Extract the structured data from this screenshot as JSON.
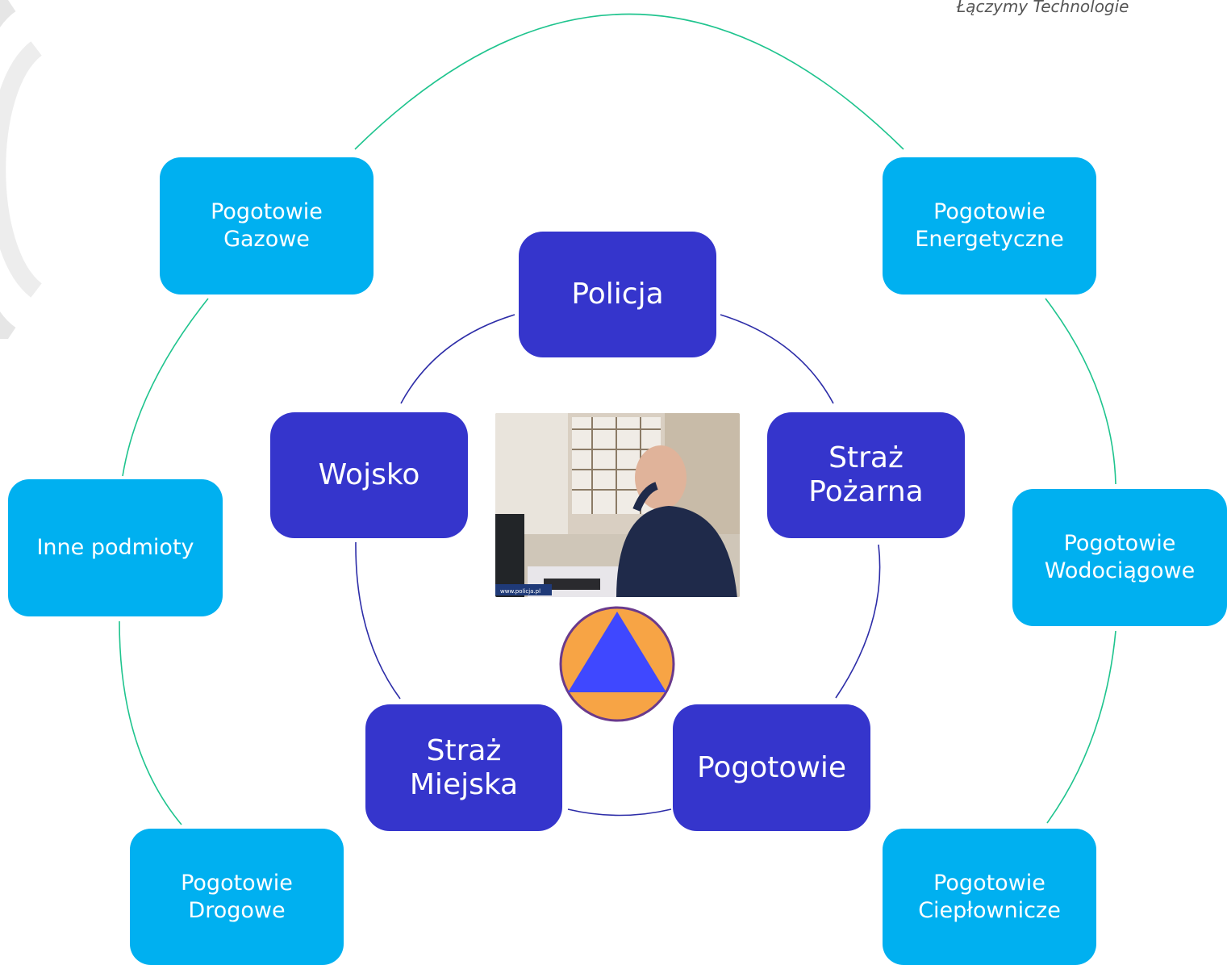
{
  "logo": {
    "tagline": "Łączymy Technologie"
  },
  "colors": {
    "outer_box": "#00b0f0",
    "inner_box": "#3535cc",
    "outer_ring": "#1fc48e",
    "inner_ring": "#2d2da8",
    "emblem_orange": "#f7a445",
    "emblem_triangle": "#3f48ff"
  },
  "outer_nodes": [
    {
      "id": "gazowe",
      "label": "Pogotowie\nGazowe"
    },
    {
      "id": "energetyczne",
      "label": "Pogotowie\nEnergetyczne"
    },
    {
      "id": "wodociagowe",
      "label": "Pogotowie\nWodociągowe"
    },
    {
      "id": "cieplownicze",
      "label": "Pogotowie\nCiepłownicze"
    },
    {
      "id": "drogowe",
      "label": "Pogotowie\nDrogowe"
    },
    {
      "id": "inne",
      "label": "Inne podmioty"
    }
  ],
  "inner_nodes": [
    {
      "id": "policja",
      "label": "Policja"
    },
    {
      "id": "straz-pozarna",
      "label": "Straż\nPożarna"
    },
    {
      "id": "pogotowie",
      "label": "Pogotowie"
    },
    {
      "id": "straz-miejska",
      "label": "Straż\nMiejska"
    },
    {
      "id": "wojsko",
      "label": "Wojsko"
    }
  ],
  "center": {
    "photo_caption": "www.policja.pl",
    "icon_civil_defense": "civil-defense-emblem-icon"
  }
}
